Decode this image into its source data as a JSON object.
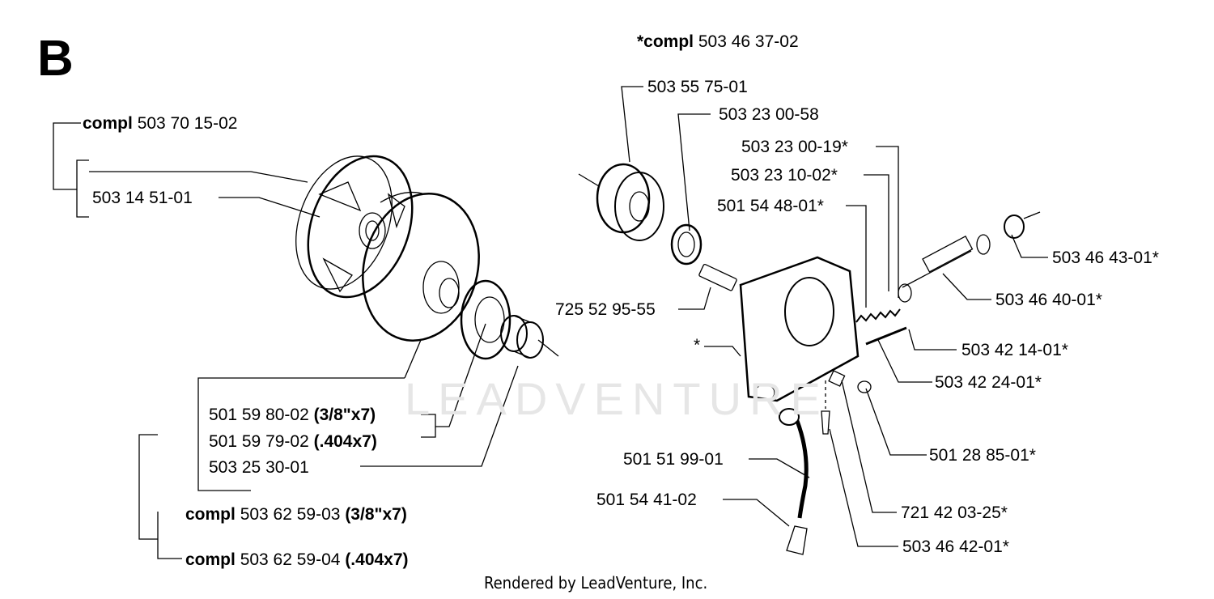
{
  "section_letter": "B",
  "watermark": "LEADVENTURE",
  "footer": "Rendered by LeadVenture, Inc.",
  "compl_word": "compl",
  "labels": {
    "top_compl": {
      "prefix": "*compl",
      "number": "503 46 37-02"
    },
    "compl_clutch": {
      "prefix": "compl",
      "number": "503 70 15-02"
    },
    "p_503_14_51_01": "503 14 51-01",
    "p_501_59_80_02": {
      "number": "501 59 80-02",
      "spec": "(3/8\"x7)"
    },
    "p_501_59_79_02": {
      "number": "501 59 79-02",
      "spec": "(.404x7)"
    },
    "p_503_25_30_01": "503 25 30-01",
    "compl_503_62_59_03": {
      "prefix": "compl",
      "number": "503 62 59-03",
      "spec": "(3/8\"x7)"
    },
    "compl_503_62_59_04": {
      "prefix": "compl",
      "number": "503 62 59-04",
      "spec": "(.404x7)"
    },
    "p_503_55_75_01": "503 55 75-01",
    "p_503_23_00_58": "503 23 00-58",
    "p_503_23_00_19": "503 23 00-19*",
    "p_503_23_10_02": "503 23 10-02*",
    "p_501_54_48_01": "501 54 48-01*",
    "p_503_46_43_01": "503 46 43-01*",
    "p_503_46_40_01": "503 46 40-01*",
    "p_725_52_95_55": "725 52 95-55",
    "star": "*",
    "p_503_42_14_01": "503 42 14-01*",
    "p_503_42_24_01": "503 42 24-01*",
    "p_501_28_85_01": "501 28 85-01*",
    "p_501_51_99_01": "501 51 99-01",
    "p_501_54_41_02": "501 54 41-02",
    "p_721_42_03_25": "721 42 03-25*",
    "p_503_46_42_01": "503 46 42-01*"
  }
}
